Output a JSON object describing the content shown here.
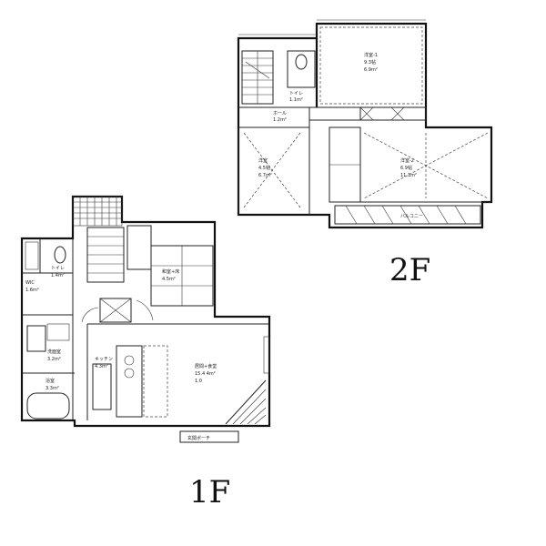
{
  "floors": {
    "first": {
      "label": "1F",
      "rooms": {
        "ldk": {
          "name": "居間+食堂",
          "area": "15.4 4m²",
          "note": "1.0"
        },
        "kitchen": {
          "name": "キッチン",
          "area": "4.3m²"
        },
        "washitsu": {
          "name": "和室+床",
          "area": "4.5m²"
        },
        "toilet": {
          "name": "トイレ",
          "area": "1.4m²"
        },
        "closet": {
          "name": "WIC",
          "area": "1.6m²"
        },
        "washroom": {
          "name": "洗面室",
          "area": "3.2m²"
        },
        "bath": {
          "name": "浴室",
          "area": "3.3m²"
        }
      },
      "entry_mark": "玄関ポーチ"
    },
    "second": {
      "label": "2F",
      "rooms": {
        "bed1": {
          "name": "洋室-1",
          "area": "6.9m²",
          "note": "9.3帖"
        },
        "bed2": {
          "name": "洋室",
          "area": "6.7m²",
          "note": "4.5帖"
        },
        "bed3": {
          "name": "洋室-2",
          "area": "11.1m²",
          "note": "6.9帖"
        },
        "toilet": {
          "name": "トイレ",
          "area": "1.1m²"
        },
        "hall": {
          "name": "ホール",
          "area": "1.2m²"
        }
      },
      "balcony": "バルコニー"
    }
  }
}
